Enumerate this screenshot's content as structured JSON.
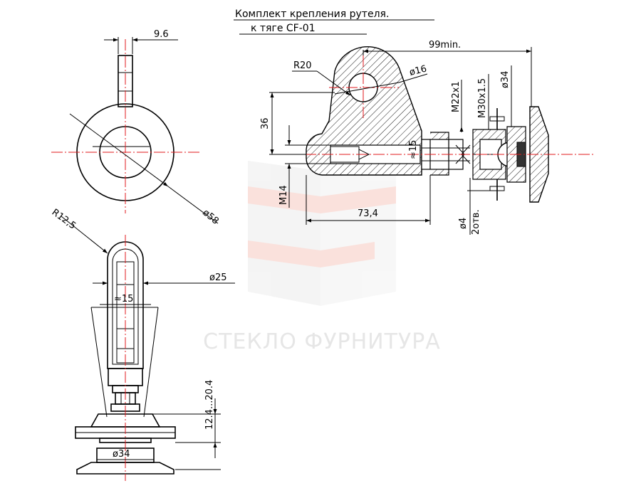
{
  "title": {
    "line1": "Комплект крепления рутеля.",
    "line2": "к тяге CF-01"
  },
  "watermark": {
    "text": "СТЕКЛО ФУРНИТУРА",
    "logo_color": "#e6402e"
  },
  "colors": {
    "axis": "#e0191e",
    "line": "#000000"
  },
  "dimensions": {
    "top_view": {
      "width_9_6": "9.6",
      "diameter_58": "ø58"
    },
    "front_view": {
      "radius_12_5": "R12,5",
      "diameter_25": "ø25",
      "approx_15": "≈15",
      "range_12_4_20_4": "12.4...20.4",
      "diameter_34": "ø34"
    },
    "section_view": {
      "radius_20": "R20",
      "diameter_16": "ø16",
      "length_99_min": "99min.",
      "thread_m22": "M22x1",
      "thread_m30": "M30x1.5",
      "diameter_34": "ø34",
      "height_36": "36",
      "approx_15": "≈15",
      "thread_m14": "M14",
      "length_73_4": "73,4",
      "holes_d4": "ø4",
      "holes_count": "2отв."
    }
  }
}
